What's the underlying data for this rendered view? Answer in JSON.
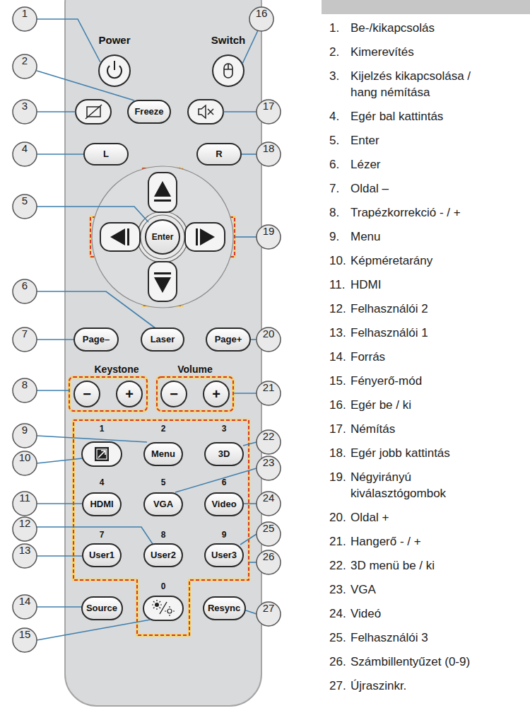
{
  "diagram": {
    "nodes": [
      {
        "text": [
          "Power"
        ]
      },
      {
        "text": [
          "Switch"
        ]
      },
      {
        "text": [
          "Freeze"
        ]
      },
      {
        "text": [
          "L"
        ]
      },
      {
        "text": [
          "R"
        ]
      },
      {
        "text": [
          "Enter"
        ]
      },
      {
        "text": [
          "Page–"
        ]
      },
      {
        "text": [
          "Laser"
        ]
      },
      {
        "text": [
          "Page+"
        ]
      },
      {
        "text": [
          "−"
        ]
      },
      {
        "text": [
          "+"
        ]
      },
      {
        "text": [
          "−"
        ]
      },
      {
        "text": [
          "+"
        ]
      },
      {
        "text": [
          "Menu"
        ]
      },
      {
        "text": [
          "3D"
        ]
      },
      {
        "text": [
          "HDMI"
        ]
      },
      {
        "text": [
          "VGA"
        ]
      },
      {
        "text": [
          "Video"
        ]
      },
      {
        "text": [
          "User1"
        ]
      },
      {
        "text": [
          "User2"
        ]
      },
      {
        "text": [
          "User3"
        ]
      },
      {
        "text": [
          "Source"
        ]
      },
      {
        "text": [
          "Resync"
        ]
      }
    ],
    "labels": [
      "1",
      "2",
      "3",
      "4",
      "5",
      "6",
      "7",
      "8",
      "9",
      "10",
      "11",
      "12",
      "13",
      "14",
      "15",
      "16",
      "17",
      "18",
      "19",
      "20",
      "21",
      "22",
      "23",
      "24",
      "25",
      "26",
      "27",
      "Keystone",
      "Volume",
      "1",
      "2",
      "3",
      "4",
      "5",
      "6",
      "7",
      "8",
      "9",
      "0",
      "1.",
      "Be-/kikapcsolás",
      "2.",
      "Kimerevítés",
      "3.",
      "Kijelzés kikapcsolása / hang némítása",
      "4.",
      "Egér bal kattintás",
      "5.",
      "Enter",
      "6.",
      "Lézer",
      "7.",
      "Oldal –",
      "8.",
      "Trapézkorrekció - / +",
      "9.",
      "Menu",
      "10.",
      "Képméretarány",
      "11.",
      "HDMI",
      "12.",
      "Felhasználói 2",
      "13.",
      "Felhasználói 1",
      "14.",
      "Forrás",
      "15.",
      "Fényerő-mód",
      "16.",
      "Egér be / ki",
      "17.",
      "Némítás",
      "18.",
      "Egér jobb kattintás",
      "19.",
      "Négyirányú kiválasztógombok",
      "20.",
      "Oldal +",
      "21.",
      "Hangerő - / +",
      "22.",
      "3D menü be / ki",
      "23.",
      "VGA",
      "24.",
      "Videó",
      "25.",
      "Felhasználói 3",
      "26.",
      "Számbillentyűzet (0-9)",
      "27.",
      "Újraszinkr."
    ]
  }
}
